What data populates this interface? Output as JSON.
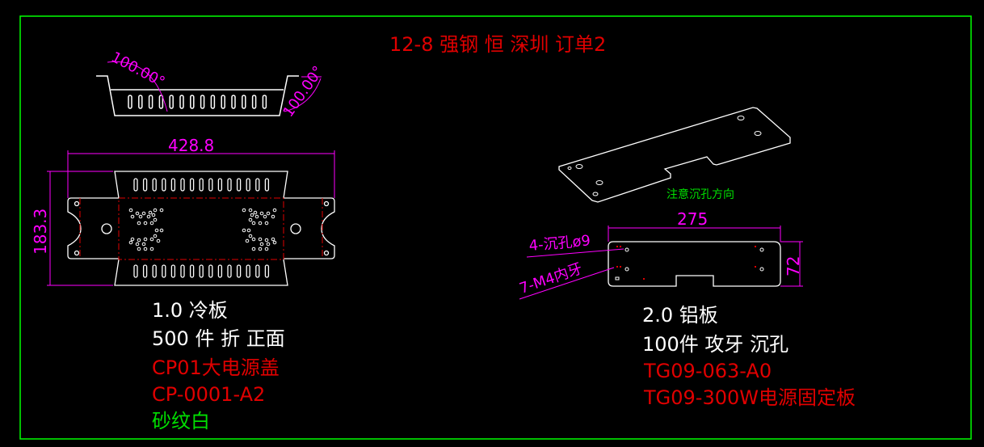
{
  "title": "12-8  强钢 恒  深圳  订单2",
  "colors": {
    "frame": "#00ff00",
    "outline": "#ffffff",
    "dimension": "#ff00ff",
    "note_red": "#e00000",
    "note_green": "#00e000",
    "background": "#000000"
  },
  "part1": {
    "angle_left": "100.00°",
    "angle_right": "100.00°",
    "width_dim": "428.8",
    "height_dim": "183.3",
    "lines": [
      "1.0 冷板",
      "500 件 折 正面"
    ],
    "part_name": "CP01大电源盖",
    "part_no": "CP-0001-A2",
    "finish": "砂纹白"
  },
  "part2": {
    "note": "注意沉孔方向",
    "width_dim": "275",
    "height_dim": "72",
    "callout_countersink": "4-沉孔ø9",
    "callout_thread": "7-M4内牙",
    "lines": [
      "2.0 铝板",
      "100件 攻牙 沉孔"
    ],
    "part_no": "TG09-063-A0",
    "part_name": "TG09-300W电源固定板"
  }
}
